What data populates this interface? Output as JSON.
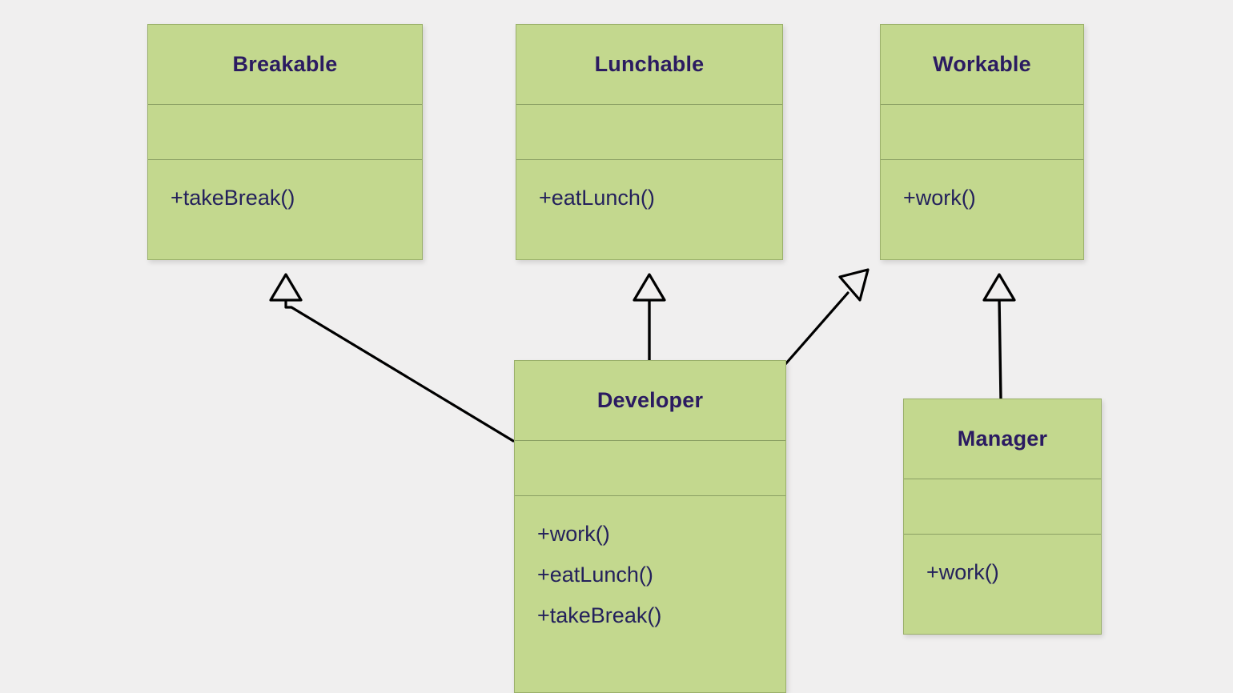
{
  "diagram": {
    "title": "UML class diagram: Developer and Manager implementing interfaces",
    "background_color": "#f0efef",
    "class_fill_color": "#c3d88e",
    "class_border_color": "#9ab06a",
    "class_name_color": "#2b1b61",
    "member_text_color": "#24215c",
    "connector_color": "#000000",
    "classes": [
      {
        "id": "breakable",
        "name": "Breakable",
        "attributes": [],
        "operations": [
          "+takeBreak()"
        ]
      },
      {
        "id": "lunchable",
        "name": "Lunchable",
        "attributes": [],
        "operations": [
          "+eatLunch()"
        ]
      },
      {
        "id": "workable",
        "name": "Workable",
        "attributes": [],
        "operations": [
          "+work()"
        ]
      },
      {
        "id": "developer",
        "name": "Developer",
        "attributes": [],
        "operations": [
          "+work()",
          "+eatLunch()",
          "+takeBreak()"
        ]
      },
      {
        "id": "manager",
        "name": "Manager",
        "attributes": [],
        "operations": [
          "+work()"
        ]
      }
    ],
    "relationships": [
      {
        "id": "developer-breakable",
        "type": "generalization",
        "arrowhead": "hollow-triangle",
        "from": "developer",
        "to": "breakable"
      },
      {
        "id": "developer-lunchable",
        "type": "generalization",
        "arrowhead": "hollow-triangle",
        "from": "developer",
        "to": "lunchable"
      },
      {
        "id": "developer-workable",
        "type": "generalization",
        "arrowhead": "hollow-triangle",
        "from": "developer",
        "to": "workable"
      },
      {
        "id": "manager-workable",
        "type": "generalization",
        "arrowhead": "hollow-triangle",
        "from": "manager",
        "to": "workable"
      }
    ]
  }
}
